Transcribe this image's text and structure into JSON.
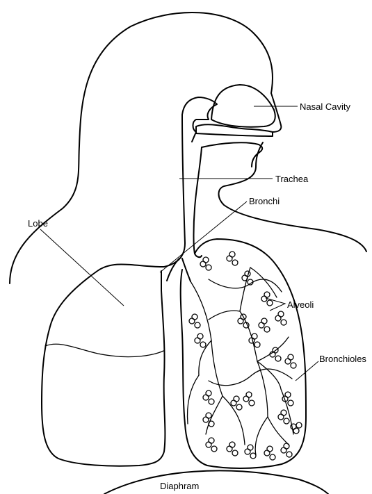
{
  "diagram": {
    "labels": {
      "nasal_cavity": "Nasal Cavity",
      "trachea": "Trachea",
      "bronchi": "Bronchi",
      "lobe": "Lobe",
      "alveoli": "Alveoli",
      "bronchioles": "Bronchioles",
      "diaphram": "Diaphram"
    },
    "colors": {
      "line": "#000000",
      "background": "#ffffff"
    }
  }
}
